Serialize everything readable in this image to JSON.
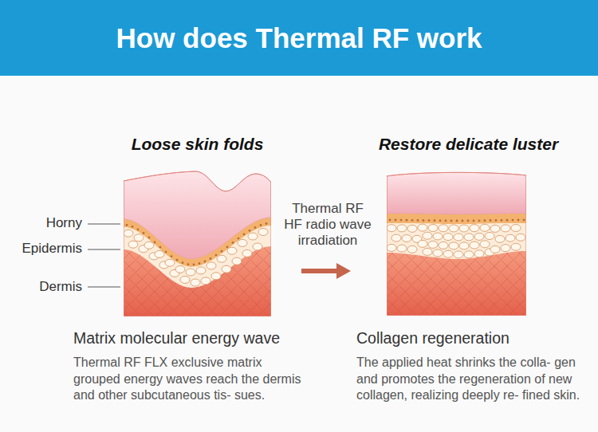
{
  "diagram": {
    "title": "How does Thermal RF work",
    "nodes": [
      {
        "text": [
          "Loose skin folds"
        ]
      },
      {
        "text": [
          "Restore delicate luster"
        ]
      }
    ],
    "edges": [
      {
        "from": 0,
        "to": 1,
        "arrow": "to",
        "label": "Thermal RF HF radio wave irradiation"
      }
    ],
    "labels": [
      "Horny",
      "Epidermis",
      "Dermis",
      "Matrix molecular energy wave",
      "Thermal RF FLX exclusive matrix grouped energy waves reach the dermis and other subcutaneous tis- sues.",
      "Collagen regeneration",
      "The applied heat shrinks the colla- gen and promotes the regeneration of new collagen, realizing deeply re- fined skin."
    ]
  }
}
